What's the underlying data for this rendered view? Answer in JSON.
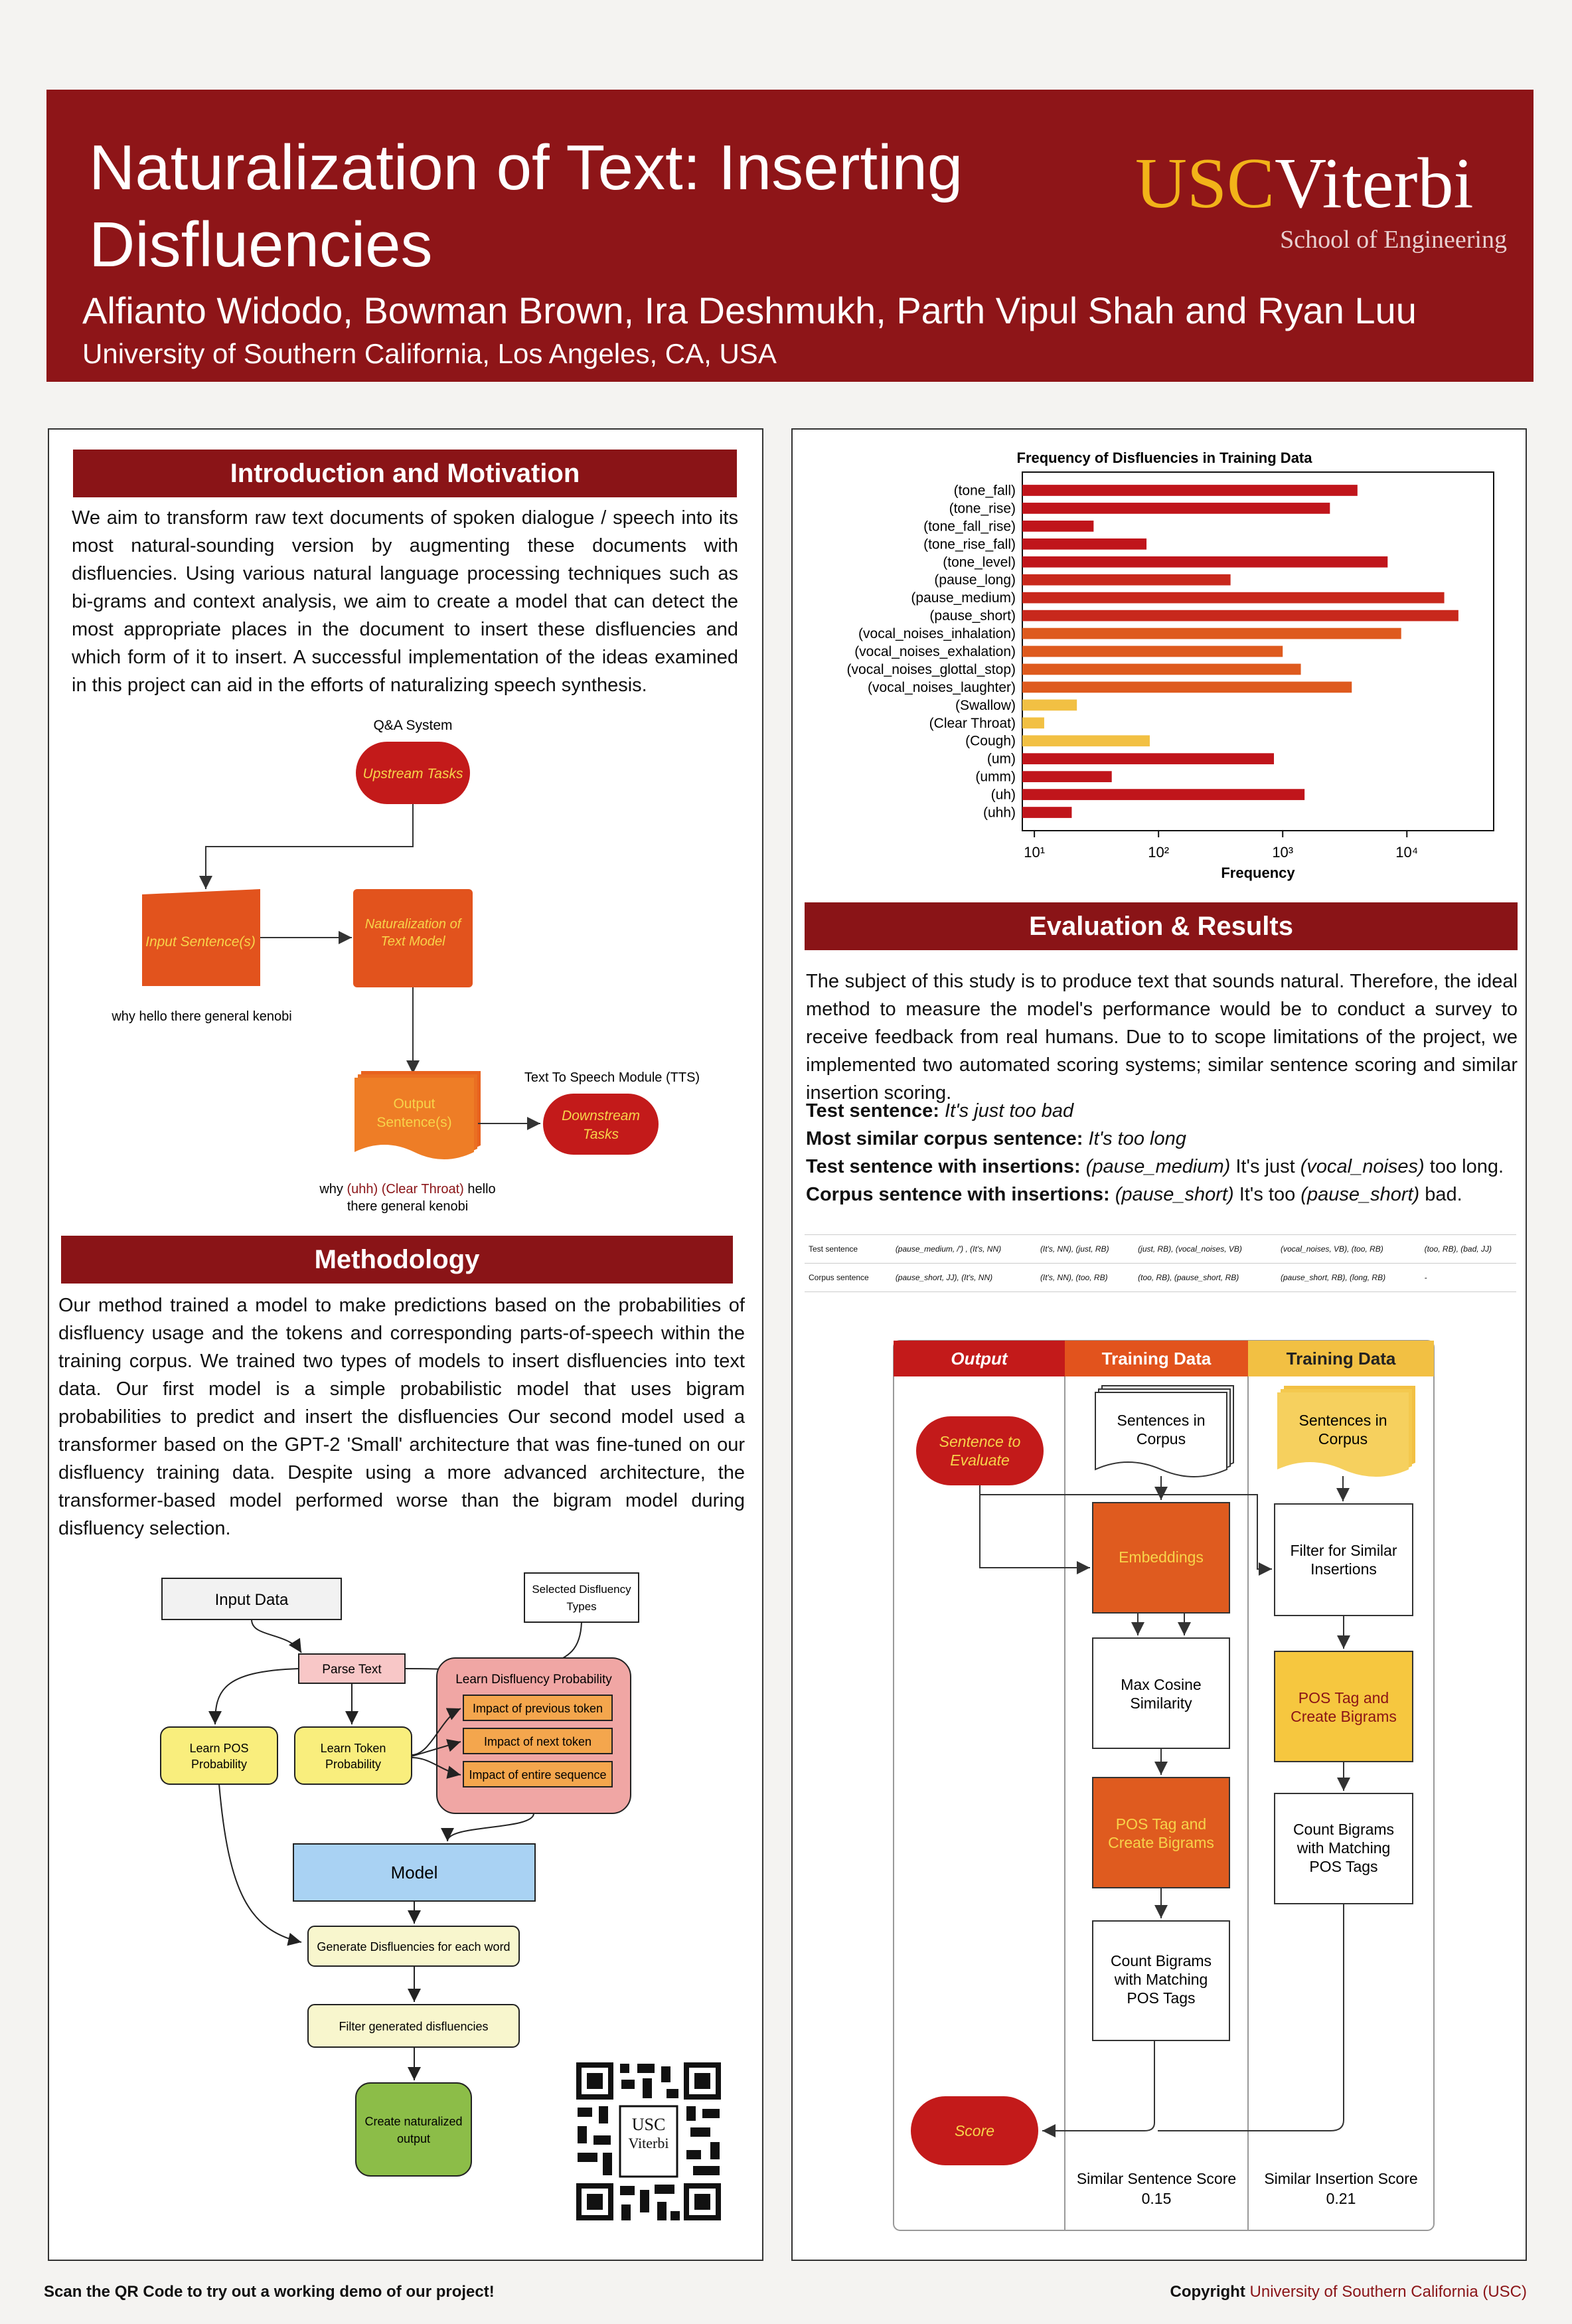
{
  "header": {
    "title_line1": "Naturalization of Text: Inserting",
    "title_line2": "Disfluencies",
    "authors": "Alfianto Widodo, Bowman Brown, Ira Deshmukh, Parth Vipul Shah and Ryan Luu",
    "affiliation": "University of Southern California, Los Angeles, CA, USA",
    "logo_usc": "USC",
    "logo_viterbi": "Viterbi",
    "logo_sub": "School of Engineering"
  },
  "intro": {
    "heading": "Introduction and Motivation",
    "text": "We aim to transform raw text documents of spoken dialogue / speech into its most natural-sounding version by augmenting these documents with disfluencies. Using various natural language processing techniques such as bi-grams and context analysis, we aim to create a model that can detect the most appropriate places in the document to insert these disfluencies and which form of it to insert. A successful implementation of the ideas examined in this project can aid in the efforts of naturalizing speech synthesis."
  },
  "pipeline": {
    "qa_label": "Q&A System",
    "upstream": "Upstream Tasks",
    "input": "Input Sentence(s)",
    "model": "Naturalization of Text Model",
    "output_line1": "Output",
    "output_line2": "Sentence(s)",
    "tts_label": "Text To Speech Module (TTS)",
    "downstream_line1": "Downstream",
    "downstream_line2": "Tasks",
    "example_in": "why hello there general kenobi",
    "example_out_a": "why ",
    "example_out_uhh": "(uhh)",
    "example_out_throat": "(Clear Throat)",
    "example_out_b": " hello",
    "example_out_c": "there general kenobi"
  },
  "methodology": {
    "heading": "Methodology",
    "text": "Our method trained a model to make predictions based on the probabilities of disfluency usage and the tokens and corresponding parts-of-speech within the training corpus. We trained two types of models to insert disfluencies into text data. Our first model is a simple probabilistic model that uses bigram probabilities to predict and insert the disfluencies Our second model used a transformer based on the GPT-2 'Small' architecture that was fine-tuned on our disfluency training data. Despite using a more advanced architecture, the transformer-based model performed worse than the bigram model during disfluency selection."
  },
  "flow": {
    "input_data": "Input Data",
    "selected_line1": "Selected Disfluency",
    "selected_line2": "Types",
    "parse": "Parse Text",
    "learn_pos_1": "Learn POS",
    "learn_pos_2": "Probability",
    "learn_token_1": "Learn Token",
    "learn_token_2": "Probability",
    "learn_disf": "Learn Disfluency Probability",
    "impact_prev": "Impact of previous token",
    "impact_next": "Impact of next token",
    "impact_seq": "Impact of entire sequence",
    "model": "Model",
    "generate": "Generate Disfluencies for each word",
    "filter": "Filter generated disfluencies",
    "create_1": "Create naturalized",
    "create_2": "output"
  },
  "qr": {
    "usc": "USC",
    "viterbi": "Viterbi"
  },
  "chart_data": {
    "type": "bar",
    "orientation": "horizontal",
    "title": "Frequency of Disfluencies in Training Data",
    "xlabel": "Frequency",
    "xscale": "log",
    "xlim": [
      8,
      50000
    ],
    "xticks": [
      "10¹",
      "10²",
      "10³",
      "10⁴"
    ],
    "categories": [
      "(tone_fall)",
      "(tone_rise)",
      "(tone_fall_rise)",
      "(tone_rise_fall)",
      "(tone_level)",
      "(pause_long)",
      "(pause_medium)",
      "(pause_short)",
      "(vocal_noises_inhalation)",
      "(vocal_noises_exhalation)",
      "(vocal_noises_glottal_stop)",
      "(vocal_noises_laughter)",
      "(Swallow)",
      "(Clear Throat)",
      "(Cough)",
      "(um)",
      "(umm)",
      "(uh)",
      "(uhh)"
    ],
    "values": [
      4000,
      2400,
      30,
      80,
      7000,
      380,
      20000,
      26000,
      9000,
      1000,
      1400,
      3600,
      22,
      12,
      85,
      850,
      42,
      1500,
      20
    ],
    "colors": [
      "#c0151b",
      "#c0151b",
      "#c0151b",
      "#c0151b",
      "#c0151b",
      "#c8281c",
      "#c8281c",
      "#c8281c",
      "#de5a1e",
      "#de5a1e",
      "#de5a1e",
      "#de5a1e",
      "#f2c043",
      "#f2c043",
      "#f2c043",
      "#c0151b",
      "#c0151b",
      "#c0151b",
      "#c0151b"
    ]
  },
  "evaluation": {
    "heading": "Evaluation & Results",
    "text": "The subject of this study is to produce text that sounds natural. Therefore, the ideal method to measure the model's performance would be to conduct a survey to receive feedback from real humans. Due to to scope limitations of the project, we implemented two automated scoring systems; similar sentence scoring and similar insertion scoring.",
    "test_label": "Test sentence:",
    "test_value": "It's just too bad",
    "similar_label": "Most similar corpus sentence:",
    "similar_value": "It's too long",
    "test_ins_label": "Test sentence with insertions:",
    "test_ins_a": "(pause_medium)",
    "test_ins_b": " It's just ",
    "test_ins_c": "(vocal_noises)",
    "test_ins_d": " too long.",
    "corpus_ins_label": "Corpus sentence with insertions:",
    "corpus_ins_a": "(pause_short)",
    "corpus_ins_b": " It's too ",
    "corpus_ins_c": "(pause_short)",
    "corpus_ins_d": " bad.",
    "table": [
      [
        "Test sentence",
        "(pause_medium, /') , (It's, NN)",
        "(It's, NN), (just, RB)",
        "(just, RB), (vocal_noises, VB)",
        "(vocal_noises, VB), (too, RB)",
        "(too, RB), (bad, JJ)"
      ],
      [
        "Corpus sentence",
        "(pause_short, JJ), (It's, NN)",
        "(It's, NN), (too, RB)",
        "(too, RB), (pause_short, RB)",
        "(pause_short, RB), (long, RB)",
        "-"
      ]
    ]
  },
  "scoring": {
    "col1": "Output",
    "col2": "Training Data",
    "col3": "Training Data",
    "sentence_eval_1": "Sentence to",
    "sentence_eval_2": "Evaluate",
    "corpus_a_1": "Sentences in",
    "corpus_a_2": "Corpus",
    "corpus_b_1": "Sentences in",
    "corpus_b_2": "Corpus",
    "embeddings": "Embeddings",
    "filter_1": "Filter for Similar",
    "filter_2": "Insertions",
    "cosine_1": "Max Cosine",
    "cosine_2": "Similarity",
    "pos_a_1": "POS Tag and",
    "pos_a_2": "Create Bigrams",
    "pos_b_1": "POS Tag and",
    "pos_b_2": "Create Bigrams",
    "count_a_1": "Count Bigrams",
    "count_a_2": "with Matching",
    "count_a_3": "POS Tags",
    "count_b_1": "Count Bigrams",
    "count_b_2": "with Matching",
    "count_b_3": "POS Tags",
    "score": "Score",
    "sim_sentence_label": "Similar Sentence Score",
    "sim_sentence_value": "0.15",
    "sim_insertion_label": "Similar Insertion Score",
    "sim_insertion_value": "0.21"
  },
  "footer": {
    "left": "Scan the QR Code to try out a working demo of our project!",
    "right_a": "Copyright ",
    "right_b": "University of Southern California (USC)"
  }
}
